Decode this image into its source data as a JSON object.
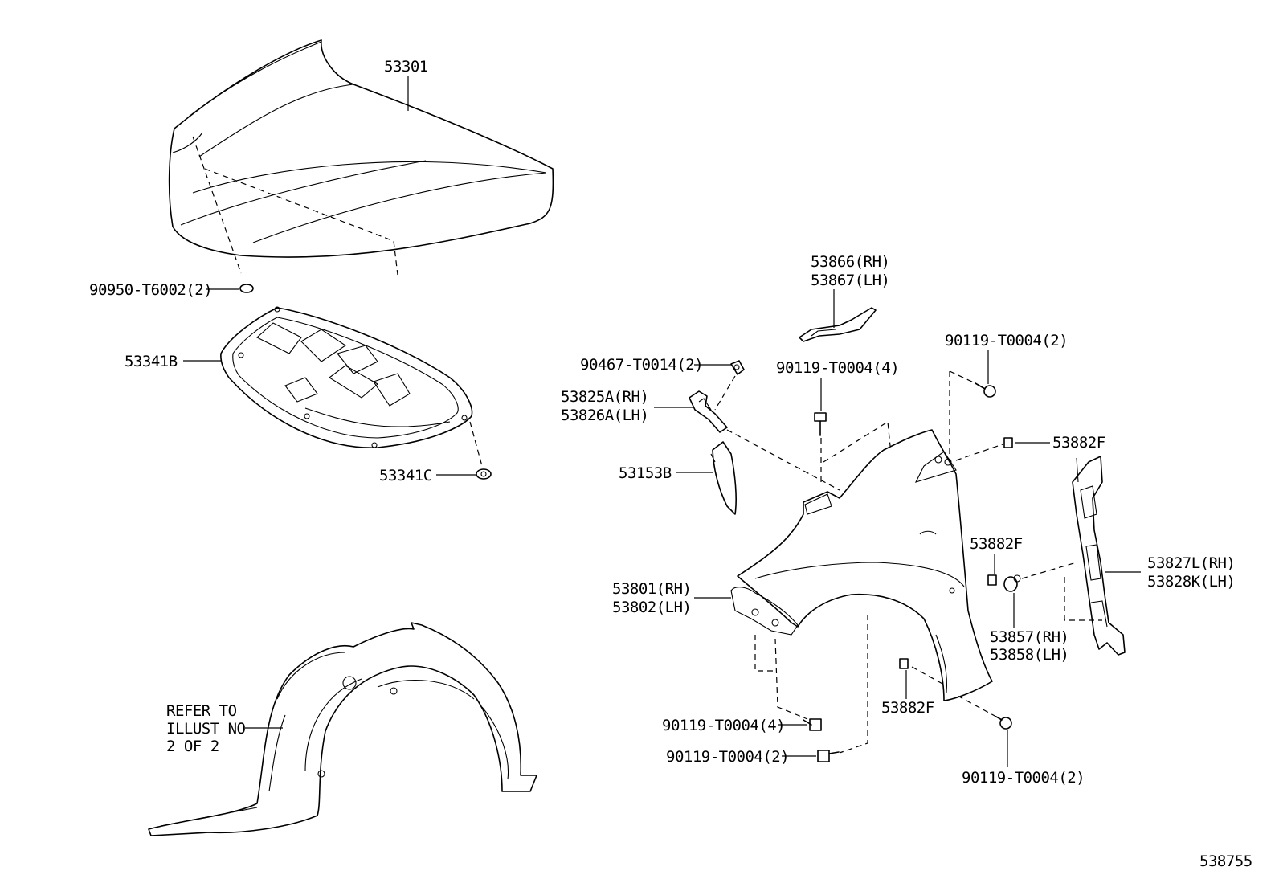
{
  "labels": {
    "hood": "53301",
    "hood_cushion_grommet": "90950-T6002(2)",
    "hood_insulator": "53341B",
    "insulator_clip": "53341C",
    "seal_rh": "53866(RH)",
    "seal_lh": "53867(LH)",
    "clip_90467": "90467-T0014(2)",
    "bolt_center_4": "90119-T0004(4)",
    "bolt_top_right_2": "90119-T0004(2)",
    "bracket_rh": "53825A(RH)",
    "bracket_lh": "53826A(LH)",
    "fender_pad": "53153B",
    "retainer_top": "53882F",
    "retainer_mid": "53882F",
    "retainer_bottom": "53882F",
    "liner_rh": "53827L(RH)",
    "liner_lh": "53828K(LH)",
    "fender_rh": "53801(RH)",
    "fender_lh": "53802(LH)",
    "grommet_rh": "53857(RH)",
    "grommet_lh": "53858(LH)",
    "bolt_bottom_4": "90119-T0004(4)",
    "bolt_bottom_2": "90119-T0004(2)",
    "bolt_bottom_right_2": "90119-T0004(2)",
    "refer_line1": "REFER TO",
    "refer_line2": "ILLUST NO",
    "refer_line3": "2 OF 2",
    "diagram_number": "538755"
  }
}
